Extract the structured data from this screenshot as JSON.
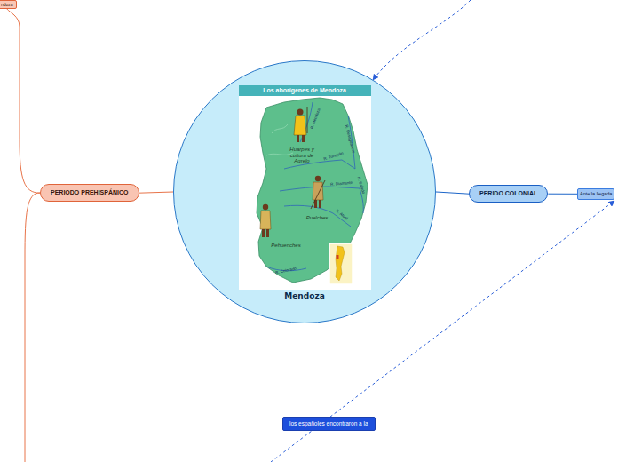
{
  "diagram": {
    "nodes": [
      {
        "text": [
          "Mendoza"
        ]
      },
      {
        "text": [
          "ndoza"
        ]
      },
      {
        "text": [
          "PERIODO PREHISPÁNICO"
        ]
      },
      {
        "text": [
          "PERIDO COLONIAL"
        ]
      },
      {
        "text": [
          "Ante la llegada"
        ]
      },
      {
        "text": [
          "los españoles encontraron a la"
        ]
      }
    ],
    "edges": [
      {
        "from": 0,
        "to": 2,
        "arrow": "none"
      },
      {
        "from": 2,
        "to": 1,
        "arrow": "none"
      },
      {
        "from": 0,
        "to": 3,
        "arrow": "none"
      },
      {
        "from": 3,
        "to": 4,
        "arrow": "none"
      }
    ],
    "labels": [
      "Los aborígenes de Mendoza",
      "Huarpes y cultura de Agrelo",
      "Puelches",
      "Pehuenches",
      "R. Mendoza",
      "R. Desaguadero",
      "R. Tunuyán",
      "R. Diamante",
      "R. Salado",
      "R. Atuel",
      "R. Colorado"
    ]
  }
}
